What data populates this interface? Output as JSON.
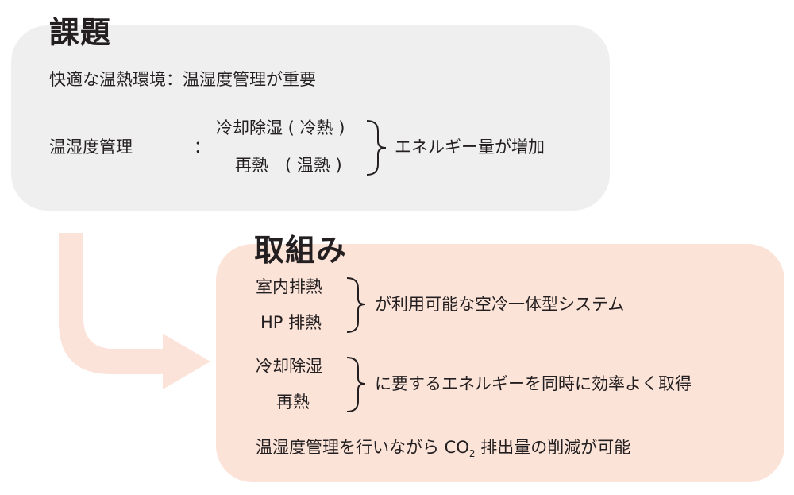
{
  "colors": {
    "issue_box": "#efefef",
    "action_box": "#fce3d8",
    "arrow": "#fbe3d9"
  },
  "issue": {
    "title": "課題",
    "line1": "快適な温熱環境：温湿度管理が重要",
    "label": "温湿度管理",
    "colon": "：",
    "item1": "冷却除湿 ( 冷熱 )",
    "item2": "再熱　( 温熱 )",
    "result": "エネルギー量が増加"
  },
  "action": {
    "title": "取組み",
    "group1": {
      "item1": "室内排熱",
      "item2": "HP 排熱",
      "result": "が利用可能な空冷一体型システム"
    },
    "group2": {
      "item1": "冷却除湿",
      "item2": "再熱",
      "result": "に要するエネルギーを同時に効率よく取得"
    },
    "conclusion_pre": "温湿度管理を行いながら CO",
    "conclusion_sub": "2",
    "conclusion_post": " 排出量の削減が可能"
  }
}
